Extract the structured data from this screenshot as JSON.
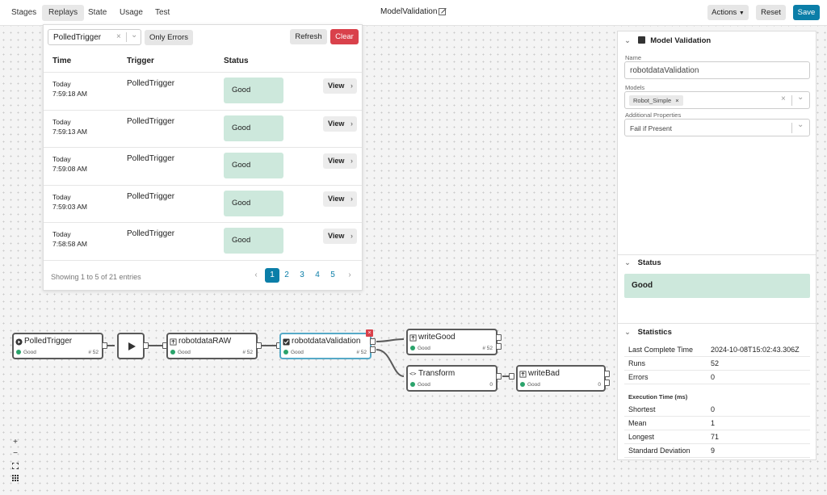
{
  "topbar": {
    "tabs": [
      {
        "label": "Stages"
      },
      {
        "label": "Replays"
      },
      {
        "label": "State"
      },
      {
        "label": "Usage"
      },
      {
        "label": "Test"
      }
    ],
    "active_tab": "Replays",
    "title": "ModelValidation",
    "actions_label": "Actions",
    "reset_label": "Reset",
    "save_label": "Save"
  },
  "replays": {
    "trigger_select_value": "PolledTrigger",
    "only_errors_label": "Only Errors",
    "refresh_label": "Refresh",
    "clear_label": "Clear",
    "columns": {
      "time": "Time",
      "trigger": "Trigger",
      "status": "Status"
    },
    "rows": [
      {
        "day": "Today",
        "time": "7:59:18 AM",
        "trigger": "PolledTrigger",
        "status": "Good",
        "action": "View"
      },
      {
        "day": "Today",
        "time": "7:59:13 AM",
        "trigger": "PolledTrigger",
        "status": "Good",
        "action": "View"
      },
      {
        "day": "Today",
        "time": "7:59:08 AM",
        "trigger": "PolledTrigger",
        "status": "Good",
        "action": "View"
      },
      {
        "day": "Today",
        "time": "7:59:03 AM",
        "trigger": "PolledTrigger",
        "status": "Good",
        "action": "View"
      },
      {
        "day": "Today",
        "time": "7:58:58 AM",
        "trigger": "PolledTrigger",
        "status": "Good",
        "action": "View"
      }
    ],
    "pager_info": "Showing 1 to 5 of 21 entries",
    "pages": [
      "1",
      "2",
      "3",
      "4",
      "5"
    ],
    "current_page": "1"
  },
  "canvas": {
    "nodes": {
      "polled_trigger": {
        "name": "PolledTrigger",
        "status": "Good",
        "count": "# 52"
      },
      "robotdata_raw": {
        "name": "robotdataRAW",
        "status": "Good",
        "count": "# 52"
      },
      "robotdata_validation": {
        "name": "robotdataValidation",
        "status": "Good",
        "count": "# 52"
      },
      "write_good": {
        "name": "writeGood",
        "status": "Good",
        "count": "# 52"
      },
      "transform": {
        "name": "Transform",
        "status": "Good",
        "count": "0"
      },
      "write_bad": {
        "name": "writeBad",
        "status": "Good",
        "count": "0"
      }
    },
    "zoom_controls": {
      "zoom_in": "+",
      "zoom_out": "−"
    }
  },
  "right_panel": {
    "model_validation": {
      "title": "Model Validation",
      "name_label": "Name",
      "name_value": "robotdataValidation",
      "models_label": "Models",
      "model_tag": "Robot_Simple",
      "additional_label": "Additional Properties",
      "additional_value": "Fail if Present"
    },
    "status": {
      "title": "Status",
      "value": "Good"
    },
    "statistics": {
      "title": "Statistics",
      "rows": [
        {
          "k": "Last Complete Time",
          "v": "2024-10-08T15:02:43.306Z"
        },
        {
          "k": "Runs",
          "v": "52"
        },
        {
          "k": "Errors",
          "v": "0"
        }
      ],
      "exec_title": "Execution Time (ms)",
      "exec_rows": [
        {
          "k": "Shortest",
          "v": "0"
        },
        {
          "k": "Mean",
          "v": "1"
        },
        {
          "k": "Longest",
          "v": "71"
        },
        {
          "k": "Standard Deviation",
          "v": "9"
        }
      ]
    }
  },
  "colors": {
    "accent": "#0b7ea8",
    "good": "#cde8dc",
    "danger": "#d9414b",
    "ok_dot": "#2aa36b"
  },
  "icons": [
    "edit-icon",
    "caret-down-icon",
    "close-icon",
    "chevron-down-icon",
    "chevron-left-icon",
    "chevron-right-icon",
    "play-icon",
    "checkbox-icon",
    "code-icon",
    "upload-icon",
    "fit-view-icon",
    "grid-icon"
  ]
}
